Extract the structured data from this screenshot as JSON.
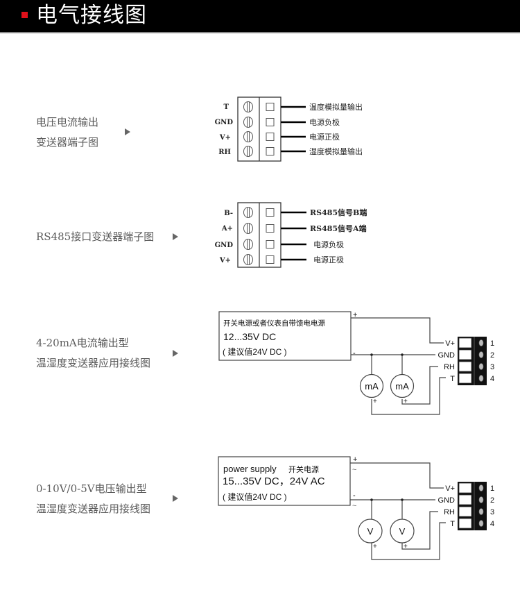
{
  "header": {
    "title": "电气接线图",
    "accent_color": "#e0101a"
  },
  "sections": [
    {
      "id": "voltage-current-terminal",
      "label_lines": [
        "电压电流输出",
        "变送器端子图"
      ],
      "terminals": [
        {
          "pin": "T",
          "desc": "温度模拟量输出"
        },
        {
          "pin": "GND",
          "desc": "电源负极"
        },
        {
          "pin": "V+",
          "desc": "电源正极"
        },
        {
          "pin": "RH",
          "desc": "湿度模拟量输出"
        }
      ]
    },
    {
      "id": "rs485-terminal",
      "label_lines": [
        "RS485接口变送器端子图"
      ],
      "terminals": [
        {
          "pin": "B-",
          "desc": "RS485信号B端"
        },
        {
          "pin": "A+",
          "desc": "RS485信号A端"
        },
        {
          "pin": "GND",
          "desc": "电源负极"
        },
        {
          "pin": "V+",
          "desc": "电源正极"
        }
      ]
    },
    {
      "id": "current-4-20ma-wiring",
      "label_lines": [
        "4-20mA电流输出型",
        "温湿度变送器应用接线图"
      ],
      "power_box": {
        "line1": "开关电源或者仪表自带馈电电源",
        "line2": "12...35V DC",
        "line3": "( 建议值24V DC )",
        "plus": "+",
        "minus": "-"
      },
      "meters": [
        "mA",
        "mA"
      ],
      "meter_plus": "+",
      "pins": [
        "V+",
        "GND",
        "RH",
        "T"
      ],
      "numbers": [
        "1",
        "2",
        "3",
        "4"
      ]
    },
    {
      "id": "voltage-0-10v-wiring",
      "label_lines": [
        "0-10V/0-5V电压输出型",
        "温湿度变送器应用接线图"
      ],
      "power_box": {
        "line1a": "power supply",
        "line1b": "开关电源",
        "line2": "15...35V DC，24V  AC",
        "line3": "( 建议值24V DC )",
        "plus": "+",
        "minus": "-",
        "ac": "~"
      },
      "meters": [
        "V",
        "V"
      ],
      "meter_plus": "+",
      "pins": [
        "V+",
        "GND",
        "RH",
        "T"
      ],
      "numbers": [
        "1",
        "2",
        "3",
        "4"
      ]
    }
  ]
}
